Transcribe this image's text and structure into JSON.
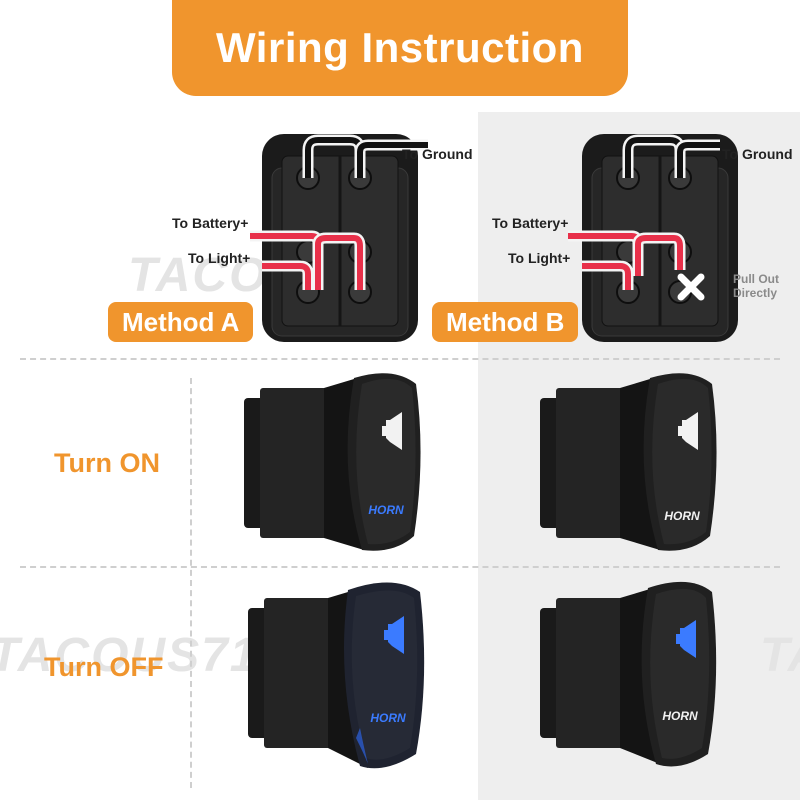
{
  "title": "Wiring Instruction",
  "watermark": "TACOUS71",
  "labels": {
    "to_ground": "To Ground",
    "to_battery": "To Battery+",
    "to_light": "To Light+",
    "pull_out_line1": "Pull Out",
    "pull_out_line2": "Directly"
  },
  "methods": [
    {
      "label": "Method A"
    },
    {
      "label": "Method B"
    }
  ],
  "states": [
    {
      "label": "Turn ON"
    },
    {
      "label": "Turn OFF"
    }
  ],
  "switch_icon_text": "HORN",
  "colors": {
    "accent": "#f0952d",
    "wire_red": "#e8304a",
    "wire_black": "#111111",
    "switch_body": "#1c1c1c",
    "led_blue": "#2f6dff",
    "panel_gray": "#eeeeee"
  }
}
